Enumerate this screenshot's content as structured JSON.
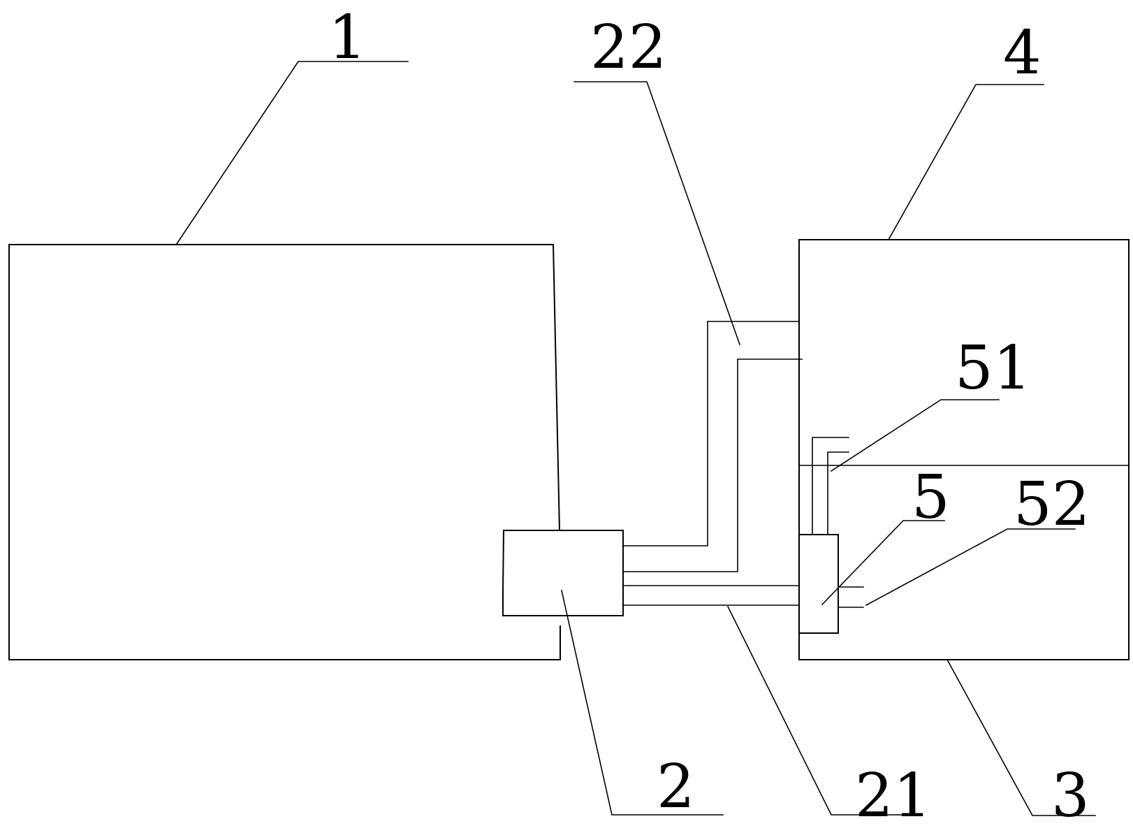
{
  "labels": {
    "ref_1": "1",
    "ref_22": "22",
    "ref_4": "4",
    "ref_51": "51",
    "ref_5": "5",
    "ref_52": "52",
    "ref_2": "2",
    "ref_21": "21",
    "ref_3": "3"
  },
  "colors": {
    "line": "#000000",
    "background": "#ffffff"
  }
}
